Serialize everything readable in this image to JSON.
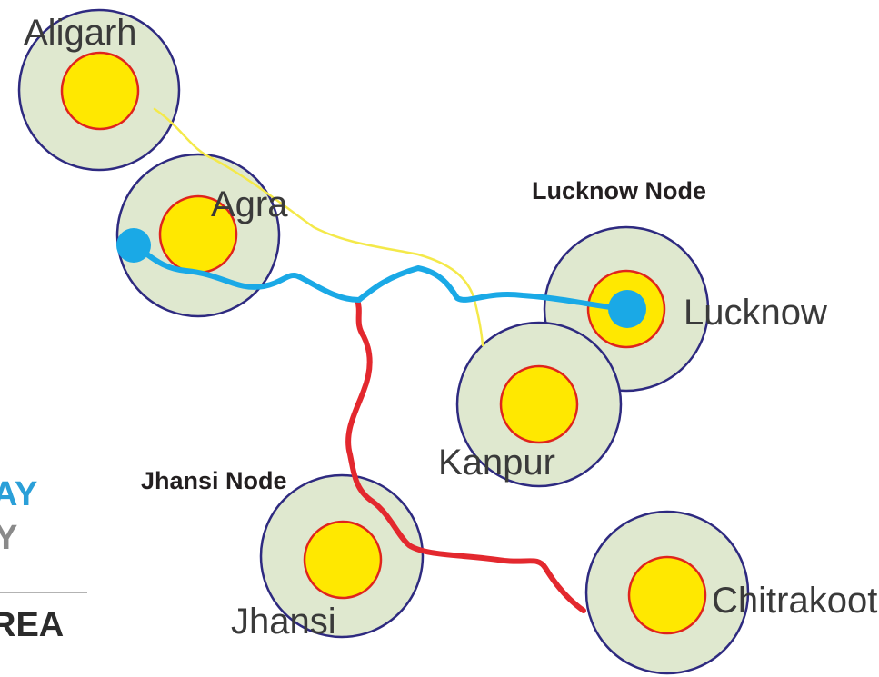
{
  "cities": {
    "aligarh": "Aligarh",
    "agra": "Agra",
    "lucknow": "Lucknow",
    "kanpur": "Kanpur",
    "jhansi": "Jhansi",
    "chitrakoot": "Chitrakoot"
  },
  "hubs": {
    "lucknow": "Lucknow Node",
    "jhansi": "Jhansi Node"
  },
  "side_fragments": {
    "line1": "AY",
    "line2": "Y",
    "line3": "REA"
  },
  "colors": {
    "node_fill": "#dfe8cf",
    "node_border": "#2e2a80",
    "core_fill": "#ffe800",
    "core_border": "#e0241c",
    "route_blue": "#1aa9e6",
    "route_red": "#e3282e",
    "route_yellow": "#f4e94a",
    "side_blue": "#2a9fd8",
    "side_gray": "#8a8a8a",
    "side_dark": "#2b2b2b"
  }
}
